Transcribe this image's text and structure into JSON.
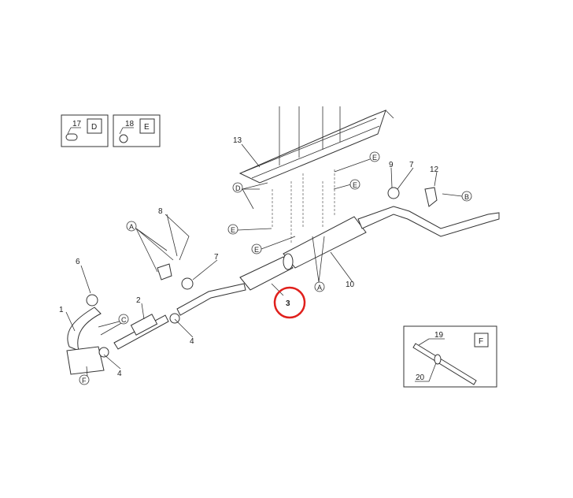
{
  "diagram": {
    "part_labels": [
      "1",
      "2",
      "3",
      "4",
      "4",
      "6",
      "7",
      "7",
      "8",
      "9",
      "10",
      "12",
      "13"
    ],
    "inset_d": {
      "part": "17",
      "letter": "D"
    },
    "inset_e": {
      "part": "18",
      "letter": "E"
    },
    "inset_f": {
      "part_a": "19",
      "part_b": "20",
      "letter": "F"
    },
    "callouts": {
      "a1": "A",
      "a2": "A",
      "b": "B",
      "c": "C",
      "d": "D",
      "e1": "E",
      "e2": "E",
      "e3": "E",
      "e4": "E",
      "f": "F"
    },
    "highlight_color": "#e0201c",
    "highlighted_part": "3"
  }
}
